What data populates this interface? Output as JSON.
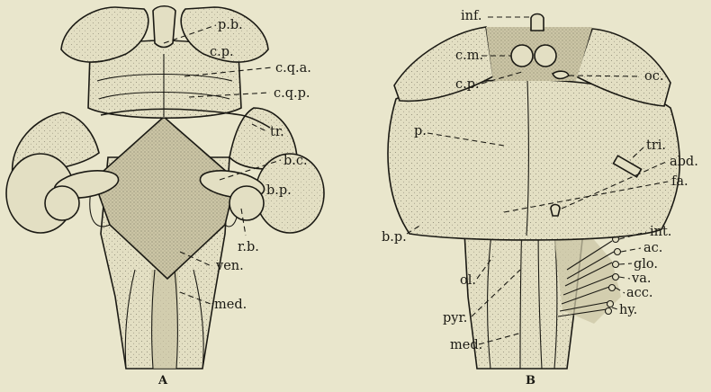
{
  "panels": {
    "A": {
      "caption": "A",
      "labels": {
        "pb": "p.b.",
        "cp": "c.p.",
        "cqa": "c.q.a.",
        "cqp": "c.q.p.",
        "tr": "tr.",
        "bc": "b.c.",
        "bp": "b.p.",
        "rb": "r.b.",
        "ven": "ven.",
        "med": "med."
      }
    },
    "B": {
      "caption": "B",
      "labels": {
        "inf": "inf.",
        "cm": "c.m.",
        "cp": "c.p.",
        "oc": "oc.",
        "p": "p.",
        "tri": "tri.",
        "abd": "abd.",
        "fa": "fa.",
        "bp": "b.p.",
        "int": "int.",
        "ac": "ac.",
        "glo": "glo.",
        "va": "va.",
        "acc": "acc.",
        "ol": "ol.",
        "hy": "hy.",
        "pyr": "pyr.",
        "med": "med."
      }
    }
  },
  "colors": {
    "background": "#e9e6cc",
    "surface": "#e3dfc3",
    "shaded": "#cbc5a5",
    "ink": "#1b1a14"
  }
}
